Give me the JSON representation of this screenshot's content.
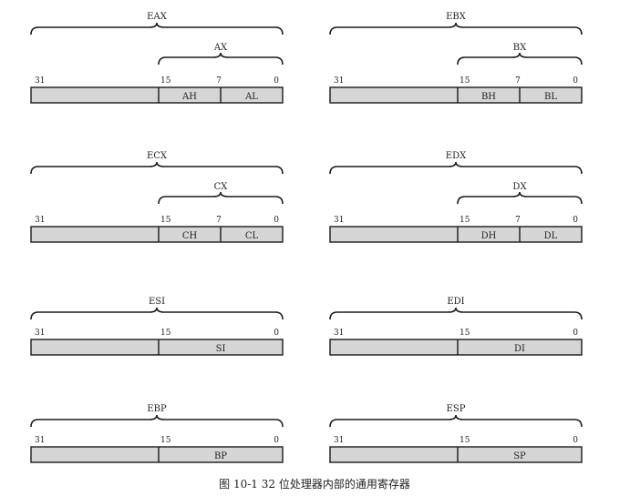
{
  "figure": {
    "caption": "图 10-1   32 位处理器内部的通用寄存器",
    "colors": {
      "fill": "#d6d6d6",
      "stroke": "#1a1a1a",
      "text": "#222222"
    }
  },
  "registers": [
    {
      "id": "eax",
      "name": "EAX",
      "word_name": "AX",
      "bit_labels": {
        "b31": "31",
        "b15": "15",
        "b7": "7",
        "b0": "0"
      },
      "low_cells": [
        "AH",
        "AL"
      ]
    },
    {
      "id": "ebx",
      "name": "EBX",
      "word_name": "BX",
      "bit_labels": {
        "b31": "31",
        "b15": "15",
        "b7": "7",
        "b0": "0"
      },
      "low_cells": [
        "BH",
        "BL"
      ]
    },
    {
      "id": "ecx",
      "name": "ECX",
      "word_name": "CX",
      "bit_labels": {
        "b31": "31",
        "b15": "15",
        "b7": "7",
        "b0": "0"
      },
      "low_cells": [
        "CH",
        "CL"
      ]
    },
    {
      "id": "edx",
      "name": "EDX",
      "word_name": "DX",
      "bit_labels": {
        "b31": "31",
        "b15": "15",
        "b7": "7",
        "b0": "0"
      },
      "low_cells": [
        "DH",
        "DL"
      ]
    },
    {
      "id": "esi",
      "name": "ESI",
      "bit_labels": {
        "b31": "31",
        "b15": "15",
        "b0": "0"
      },
      "low_cells": [
        "SI"
      ]
    },
    {
      "id": "edi",
      "name": "EDI",
      "bit_labels": {
        "b31": "31",
        "b15": "15",
        "b0": "0"
      },
      "low_cells": [
        "DI"
      ]
    },
    {
      "id": "ebp",
      "name": "EBP",
      "bit_labels": {
        "b31": "31",
        "b15": "15",
        "b0": "0"
      },
      "low_cells": [
        "BP"
      ]
    },
    {
      "id": "esp",
      "name": "ESP",
      "bit_labels": {
        "b31": "31",
        "b15": "15",
        "b0": "0"
      },
      "low_cells": [
        "SP"
      ]
    }
  ]
}
